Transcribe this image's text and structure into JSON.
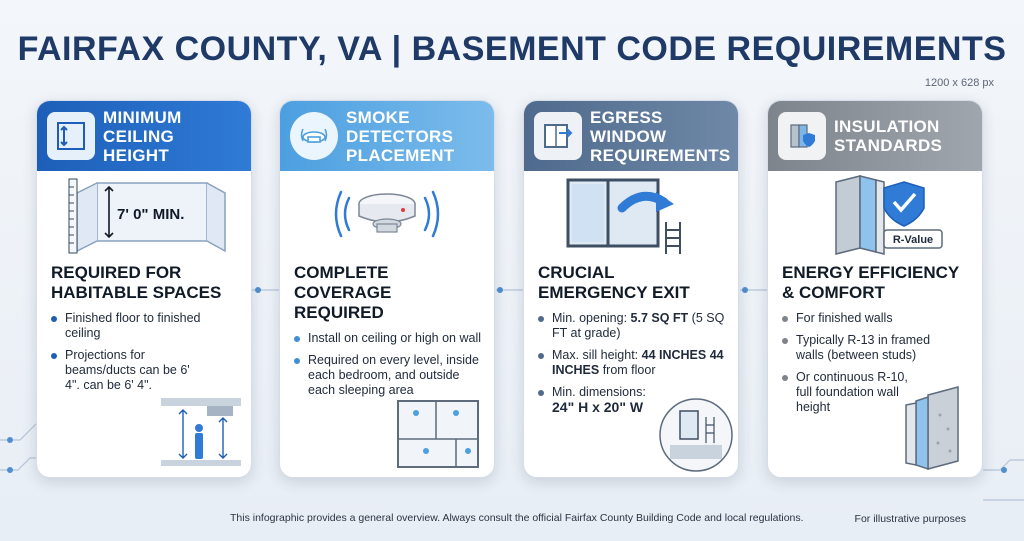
{
  "title": "FAIRFAX COUNTY, VA | BASEMENT CODE REQUIREMENTS",
  "dims_label": "1200 x 628 px",
  "cards": [
    {
      "heading": "MINIMUM CEILING HEIGHT",
      "illus_label": "7' 0\" MIN.",
      "subheading": "REQUIRED FOR HABITABLE SPACES",
      "bullets": [
        "Finished floor to finished ceiling",
        "Projections for beams/ducts can be 6' 4\". can be 6' 4\"."
      ],
      "icon": "ceiling-height-icon"
    },
    {
      "heading": "SMOKE DETECTORS PLACEMENT",
      "subheading": "COMPLETE COVERAGE REQUIRED",
      "bullets": [
        "Install on ceiling or high on wall",
        "Required on every level, inside each bedroom, and outside each sleeping area"
      ],
      "icon": "smoke-detector-icon"
    },
    {
      "heading": "EGRESS WINDOW REQUIREMENTS",
      "subheading": "CRUCIAL EMERGENCY EXIT",
      "bullets_rich": [
        {
          "pre": "Min. opening: ",
          "bold": "5.7 SQ FT",
          "post": " (5 SQ FT at grade)"
        },
        {
          "pre": "Max. sill height: ",
          "bold": "44 INCHES 44 INCHES",
          "post": " from floor"
        },
        {
          "pre": "Min. dimensions: ",
          "bold": "24\" H x 20\" W",
          "post": ""
        }
      ],
      "icon": "egress-window-icon"
    },
    {
      "heading": "INSULATION STANDARDS",
      "illus_label": "R-Value",
      "subheading": "ENERGY EFFICIENCY & COMFORT",
      "bullets": [
        "For finished walls",
        "Typically R-13 in framed walls (between studs)",
        "Or continuous R-10, full foundation wall height"
      ],
      "icon": "insulation-icon"
    }
  ],
  "footer_note": "This infographic provides a general overview. Always consult the official Fairfax County Building Code and local regulations.",
  "footer_right": "For illustrative purposes",
  "colors": {
    "title": "#1f3a66",
    "card1": "#1d5fb8",
    "card2": "#4c9fe0",
    "card3": "#4e6a8c",
    "card4": "#7e848c"
  }
}
